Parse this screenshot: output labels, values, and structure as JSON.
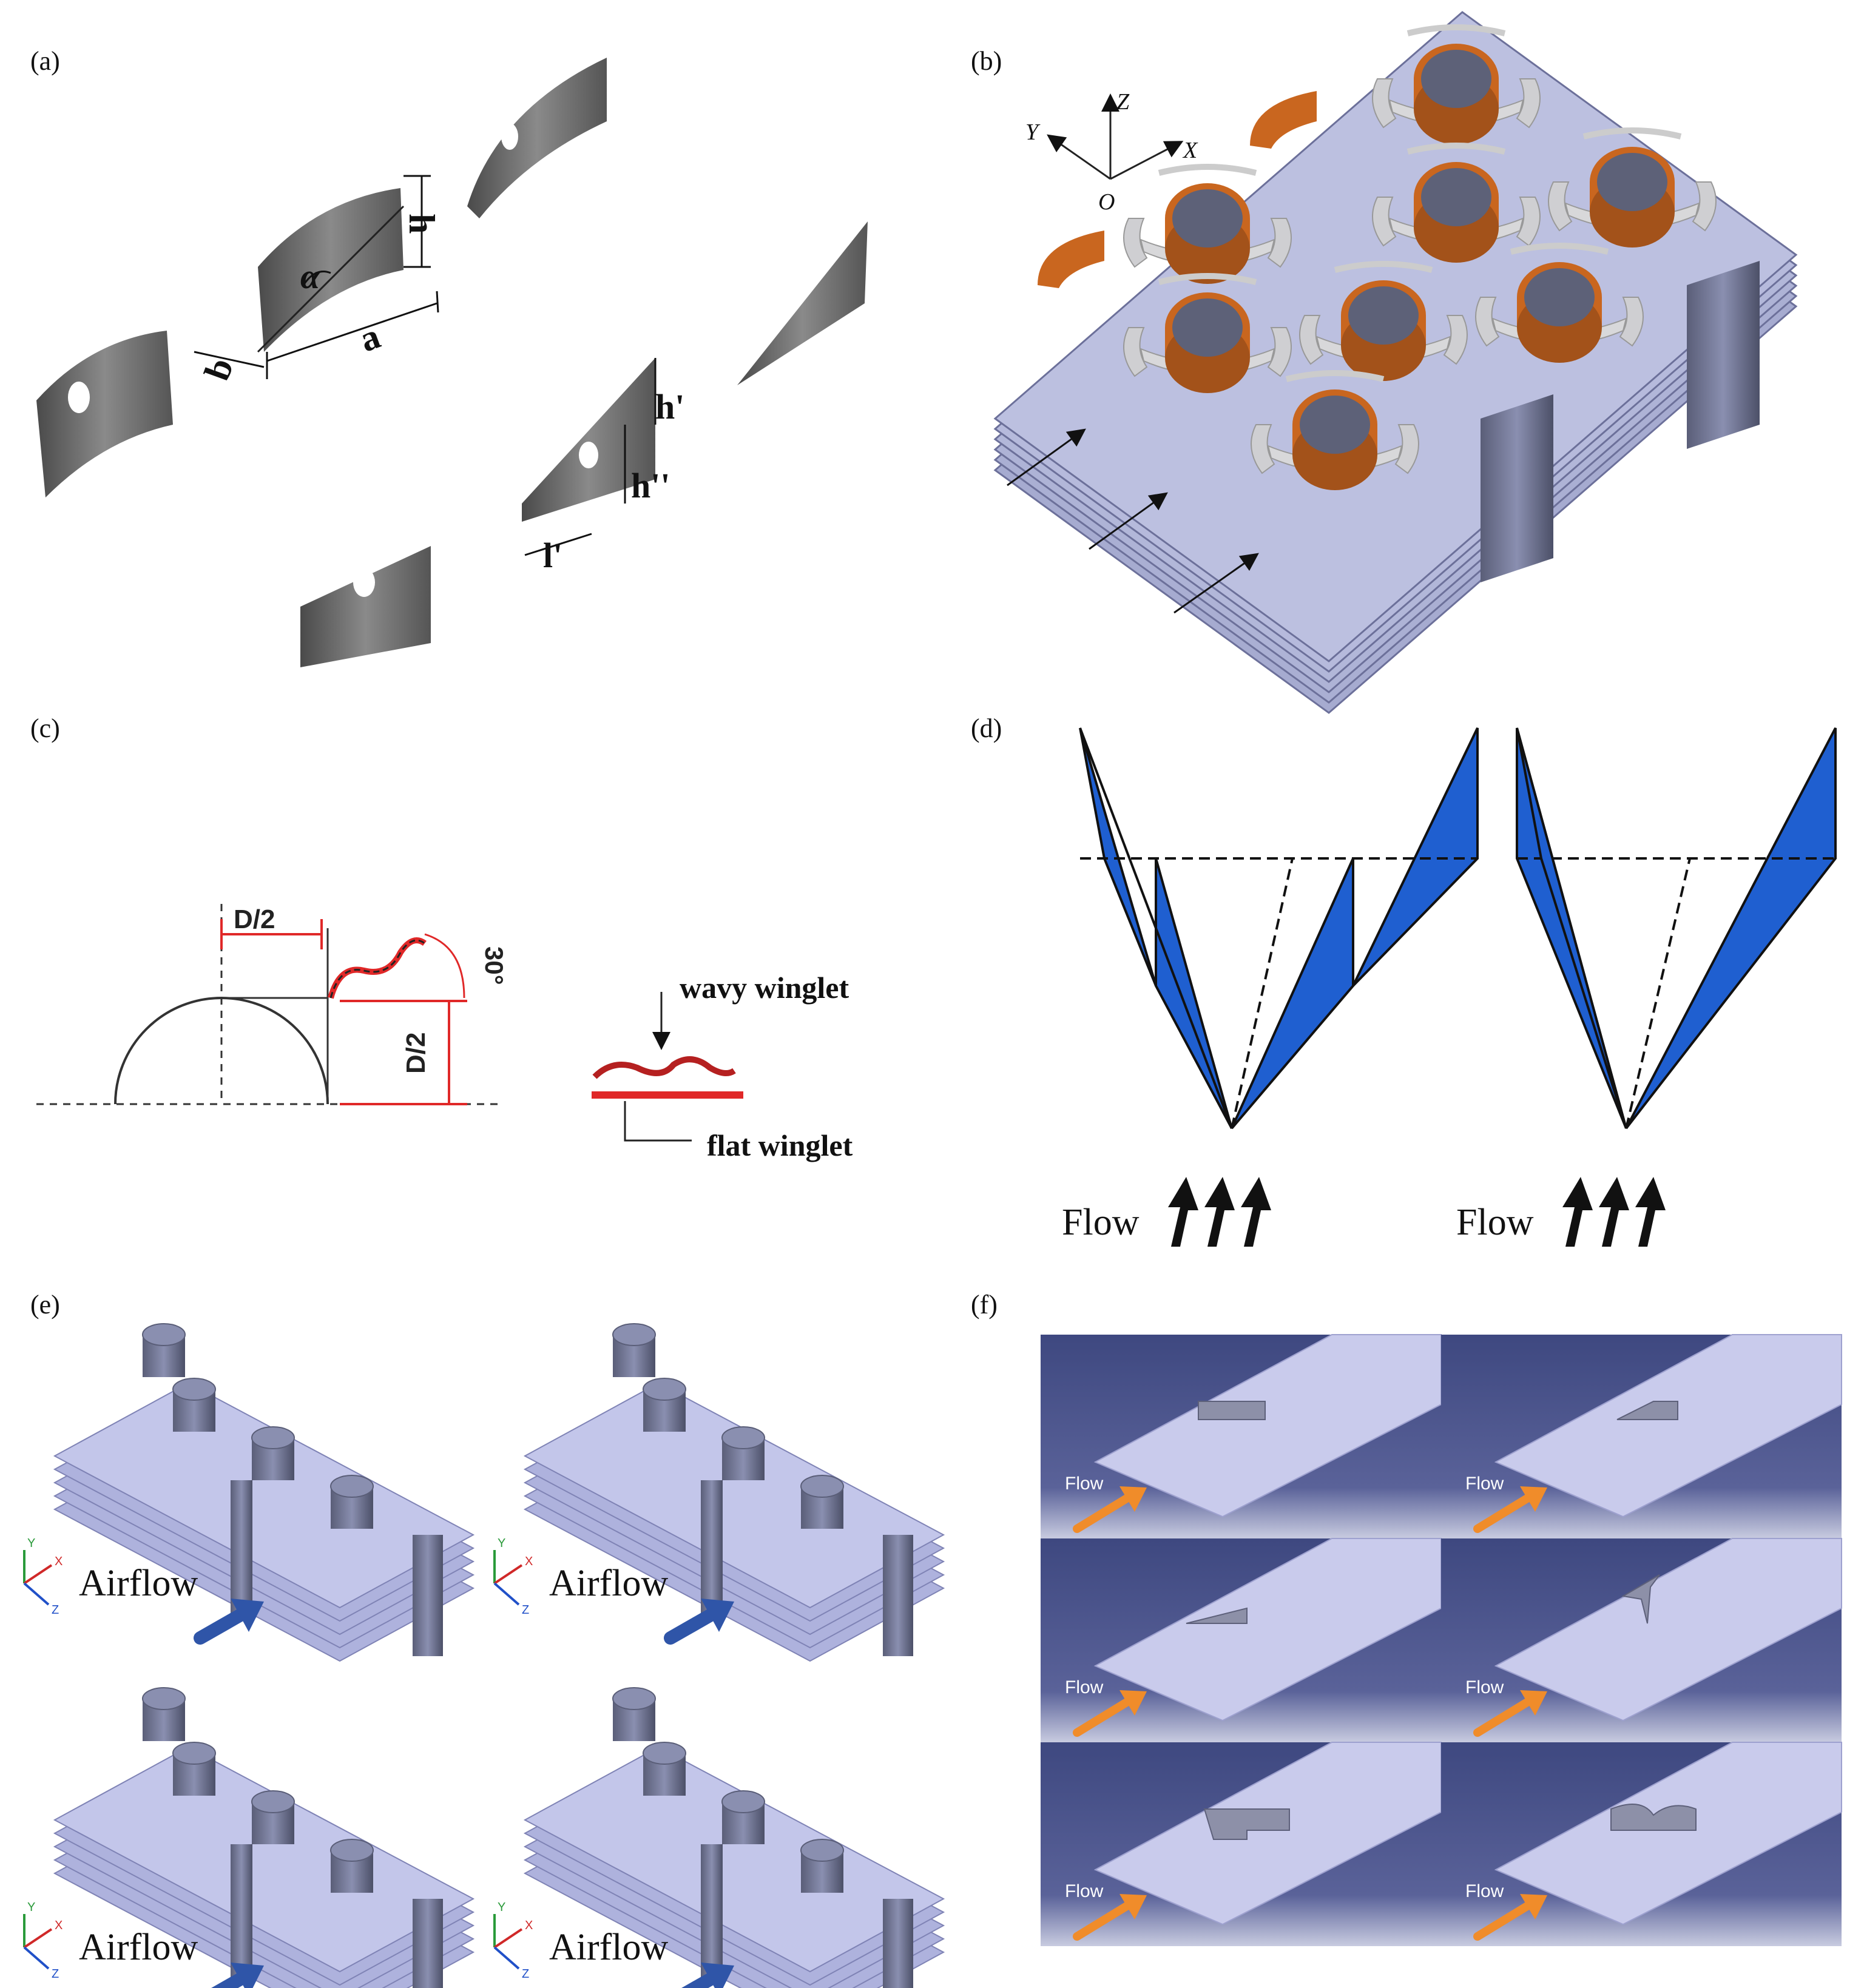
{
  "panels": {
    "a": {
      "label": "(a)",
      "dims": {
        "h": "h",
        "alpha": "α",
        "a": "a",
        "b": "b",
        "h_prime": "h'",
        "h_double_prime": "h''",
        "l_prime": "l'"
      }
    },
    "b": {
      "label": "(b)",
      "axes": {
        "z": "Z",
        "y": "Y",
        "x": "X",
        "origin": "O"
      }
    },
    "c": {
      "label": "(c)",
      "dim_horizontal": "D/2",
      "dim_vertical": "D/2",
      "angle": "30°",
      "wavy": "wavy winglet",
      "flat": "flat winglet"
    },
    "d": {
      "label": "(d)",
      "flow_left": "Flow",
      "flow_right": "Flow"
    },
    "e": {
      "label": "(e)",
      "airflow": [
        "Airflow",
        "Airflow",
        "Airflow",
        "Airflow"
      ],
      "axis": {
        "x": "X",
        "y": "Y",
        "z": "Z"
      }
    },
    "f": {
      "label": "(f)",
      "flow": [
        "Flow",
        "Flow",
        "Flow",
        "Flow",
        "Flow",
        "Flow"
      ]
    }
  },
  "colors": {
    "metal_gray": "#6e6e6e",
    "plate_lavender": "#b4b8dc",
    "tube_orange": "#c9661f",
    "wing_blue": "#1f5fd0",
    "dim_red": "#e02828",
    "bg_navy": "#4a5490",
    "arrow_orange": "#f08c2a",
    "arrow_blue": "#2f55a8"
  }
}
